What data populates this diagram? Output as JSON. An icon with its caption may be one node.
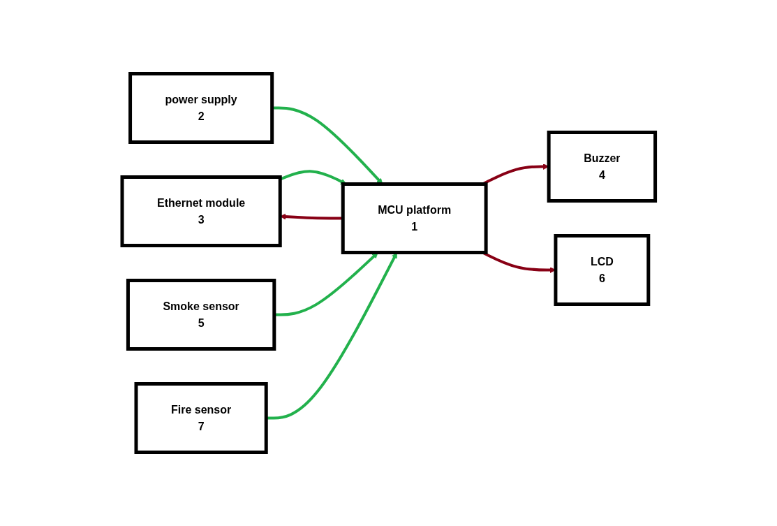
{
  "diagram": {
    "nodes": [
      {
        "text": [
          "Ethernet module",
          "3"
        ]
      },
      {
        "text": [
          "Buzzer",
          "4"
        ]
      },
      {
        "text": [
          "power supply",
          "2"
        ]
      },
      {
        "text": [
          "MCU platform",
          "1"
        ]
      },
      {
        "text": [
          "Smoke sensor",
          "5"
        ]
      },
      {
        "text": [
          "LCD",
          "6"
        ]
      },
      {
        "text": [
          "Fire sensor",
          "7"
        ]
      }
    ],
    "edges": [
      {
        "from": 0,
        "to": 3,
        "arrow": "to"
      },
      {
        "from": 3,
        "to": 0,
        "arrow": "to",
        "color": "#880015"
      },
      {
        "from": 3,
        "to": 1,
        "arrow": "to",
        "color": "#880015"
      },
      {
        "from": 2,
        "to": 3,
        "arrow": "to"
      },
      {
        "from": 4,
        "to": 3,
        "arrow": "to"
      },
      {
        "from": 6,
        "to": 3,
        "arrow": "to"
      },
      {
        "from": 3,
        "to": 5,
        "arrow": "to",
        "color": "#880015"
      }
    ]
  }
}
